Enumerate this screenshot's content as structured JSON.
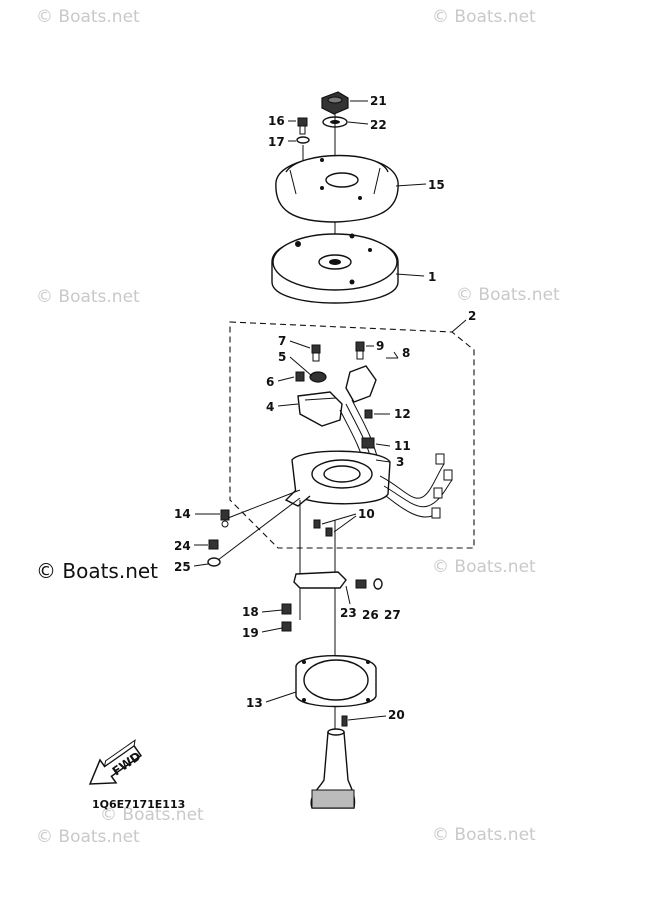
{
  "watermarks": [
    {
      "id": "wm-1",
      "text": "© Boats.net"
    },
    {
      "id": "wm-2",
      "text": "© Boats.net"
    },
    {
      "id": "wm-3",
      "text": "© Boats.net"
    },
    {
      "id": "wm-4",
      "text": "© Boats.net"
    },
    {
      "id": "wm-5",
      "text": "© Boats.net"
    },
    {
      "id": "wm-6",
      "text": "© Boats.net"
    },
    {
      "id": "wm-7",
      "text": "© Boats.net"
    },
    {
      "id": "wm-8",
      "text": "© Boats.net"
    },
    {
      "id": "wm-main",
      "text": "© Boats.net"
    }
  ],
  "callouts": {
    "c1": "1",
    "c2": "2",
    "c3": "3",
    "c4": "4",
    "c5": "5",
    "c6": "6",
    "c7": "7",
    "c8": "8",
    "c9": "9",
    "c10": "10",
    "c11": "11",
    "c12": "12",
    "c13": "13",
    "c14": "14",
    "c15": "15",
    "c16": "16",
    "c17": "17",
    "c18": "18",
    "c19": "19",
    "c20": "20",
    "c21": "21",
    "c22": "22",
    "c23": "23",
    "c24": "24",
    "c25": "25",
    "c26": "26",
    "c27": "27"
  },
  "fwd_label": "FWD",
  "diagram_code": "1Q6E7171E113"
}
